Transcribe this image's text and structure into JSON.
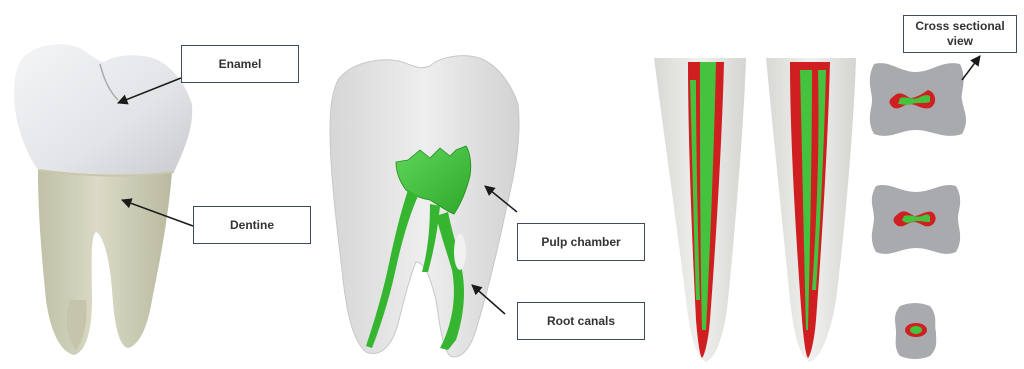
{
  "figure": {
    "labels": {
      "enamel": "Enamel",
      "dentine": "Dentine",
      "pulp_chamber": "Pulp chamber",
      "root_canals": "Root canals",
      "cross_section": "Cross sectional view"
    },
    "colors": {
      "enamel": "#e8e9ec",
      "dentine": "#d3d3bd",
      "translucent_tooth": "#e6e6e6",
      "pulp_green": "#3fc43a",
      "canal_red": "#d11f1f",
      "section_gray": "#a8aaad",
      "arrow": "#1a1a1a",
      "label_border": "#3b4a5c"
    }
  }
}
